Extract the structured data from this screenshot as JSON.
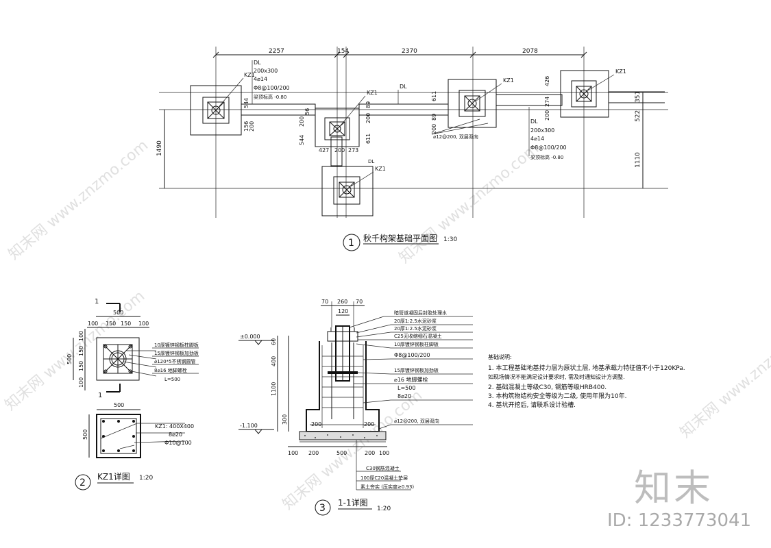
{
  "plan": {
    "dims_top": [
      "2257",
      "154",
      "2370",
      "2078"
    ],
    "dl_label_left": [
      "DL",
      "200x300",
      "4⌀14",
      "Φ8@100/200",
      "梁顶标高 -0.80"
    ],
    "dl_label_right": [
      "DL",
      "200x300",
      "4⌀14",
      "Φ8@100/200",
      "梁顶标高 -0.80"
    ],
    "dl_mid": "DL",
    "dl_small": "DL",
    "kz1": "KZ1",
    "dim_left_total": "1490",
    "dim_right_total": "1110",
    "dim_right_522": "522",
    "dim_right_351": "351",
    "dims_c1": [
      "544",
      "156",
      "200"
    ],
    "dims_c2": [
      "200",
      "56",
      "89",
      "200",
      "611",
      "544",
      "427",
      "200",
      "273"
    ],
    "dims_c3": [
      "611",
      "89",
      "200"
    ],
    "dims_c4": [
      "426",
      "274",
      "200"
    ],
    "rebar_note": "⌀12@200, 双层双向",
    "title_num": "1",
    "title_text": "秋千构架基础平面图",
    "title_scale": "1:30"
  },
  "kz1": {
    "section_mark": "1",
    "dims_top_500": "500",
    "dims_top_parts": [
      "100",
      "150",
      "150",
      "100"
    ],
    "dims_left_500": "500",
    "dims_left_parts": [
      "100",
      "150",
      "150",
      "100"
    ],
    "callouts": [
      "10厚镀锌钢板柱脚板",
      "15厚镀锌钢板加劲板",
      "⌀120*5不锈钢圆管",
      "8⌀16 地脚螺栓",
      "L=500"
    ],
    "dims_sec_500_top": "500",
    "dims_sec_500_left": "500",
    "sec_labels": [
      "KZ1: 400X400",
      "8⌀20",
      "Φ10@100"
    ],
    "title_num": "2",
    "title_text": "KZ1详图",
    "title_scale": "1:20"
  },
  "sec11": {
    "dims_top": [
      "70",
      "260",
      "70"
    ],
    "dim_120": "120",
    "level_top": "±0.000",
    "level_bot": "-1.100",
    "dims_left": [
      "60",
      "400",
      "1100",
      "300"
    ],
    "callouts": [
      "暗管道凝固后封胶处理水",
      "20厚1:2.5水泥砂浆",
      "20厚1:2.5水泥砂浆",
      "C25无收缩细石混凝土",
      "10厚镀锌钢板柱脚板",
      "Φ8@100/200",
      "15厚镀锌钢板加劲板",
      "⌀16 地脚螺栓",
      "L=500",
      "8⌀20",
      "⌀12@200, 双层双向"
    ],
    "dim_200_l": "200",
    "dim_200_r": "200",
    "dims_bottom": [
      "100",
      "200",
      "500",
      "200",
      "100"
    ],
    "bottom_callouts": [
      "C30钢筋混凝土",
      "100厚C20混凝土垫层",
      "素土夯实 (压实度≥0.93)"
    ],
    "title_num": "3",
    "title_text": "1-1详图",
    "title_scale": "1:20"
  },
  "notes": {
    "heading": "基础说明:",
    "lines": [
      "1. 本工程基础地基持力层为原状土层, 地基承载力特征值不小于120KPa.",
      "   如现场情况不能满足设计要求时, 需及时通知设计方调整.",
      "2. 基础混凝土等级C30, 钢筋等级HRB400.",
      "3. 本构筑物结构安全等级为二级, 使用年限为10年.",
      "4. 基坑开挖后, 请联系设计验槽."
    ]
  },
  "watermark": {
    "text": "知末网 www.znzmo.com",
    "brand": "知末",
    "id": "ID: 1233773041"
  }
}
